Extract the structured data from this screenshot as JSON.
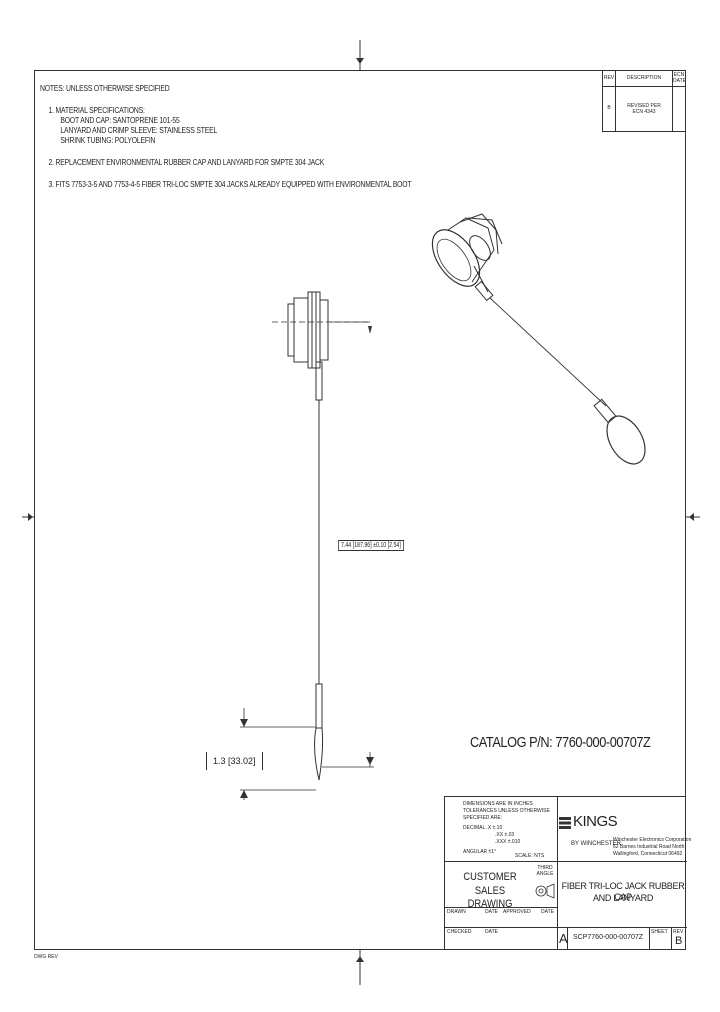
{
  "notes": {
    "heading": "NOTES: UNLESS OTHERWISE SPECIFIED",
    "item1_title": "1. MATERIAL SPECIFICATIONS:",
    "item1_line1": "BOOT AND CAP: SANTOPRENE 101-55",
    "item1_line2": "LANYARD AND CRIMP SLEEVE: STAINLESS STEEL",
    "item1_line3": "SHRINK TUBING: POLYOLEFIN",
    "item2": "2. REPLACEMENT ENVIRONMENTAL RUBBER CAP AND LANYARD FOR SMPTE 304 JACK",
    "item3": "3. FITS 7753-3-5 AND 7753-4-5 FIBER TRI-LOC SMPTE 304 JACKS ALREADY EQUIPPED WITH ENVIRONMENTAL BOOT"
  },
  "revision_block": {
    "col1": "REV",
    "col2": "DESCRIPTION",
    "col3": "ECN DATE",
    "row_rev": "B",
    "row_desc": "REVISED PER ECN 4343"
  },
  "dimensions": {
    "length_label": "7.44 [187.96] ±0.10 [2.54]",
    "diameter_label": "1.3 [33.02]"
  },
  "catalog": "CATALOG P/N: 7760-000-00707Z",
  "title_block": {
    "tolerance_note_1": "DIMENSIONS ARE IN INCHES",
    "tolerance_note_2": "TOLERANCES UNLESS OTHERWISE",
    "tolerance_note_3": "SPECIFIED ARE:",
    "tolerance_note_4": "DECIMAL .X ±.10",
    "tolerance_note_5": ".XX ±.03",
    "tolerance_note_6": ".XXX ±.010",
    "tolerance_note_7": "ANGULAR ±1°",
    "tolerance_note_8": "SCALE: NTS",
    "brand": "KINGS",
    "division": "BY WINCHESTER",
    "company_1": "Winchester Electronics Corporation",
    "company_2": "62 Barnes Industrial Road North",
    "company_3": "Wallingford, Connecticut 06492",
    "customer_line1": "CUSTOMER",
    "customer_line2": "SALES DRAWING",
    "angle_label": "THIRD ANGLE",
    "description_line1": "FIBER TRI-LOC JACK RUBBER CAP",
    "description_line2": "AND LANYARD",
    "drawn_label": "DRAWN",
    "date_label": "DATE",
    "approved_label": "APPROVED",
    "checked_label": "CHECKED",
    "size": "A",
    "drawing_number": "SCP7760-000-00707Z",
    "sheet_label": "SHEET",
    "rev_label": "REV",
    "rev_value": "B"
  },
  "footer": "DWG REV",
  "colors": {
    "line": "#333333",
    "paper": "#ffffff"
  }
}
